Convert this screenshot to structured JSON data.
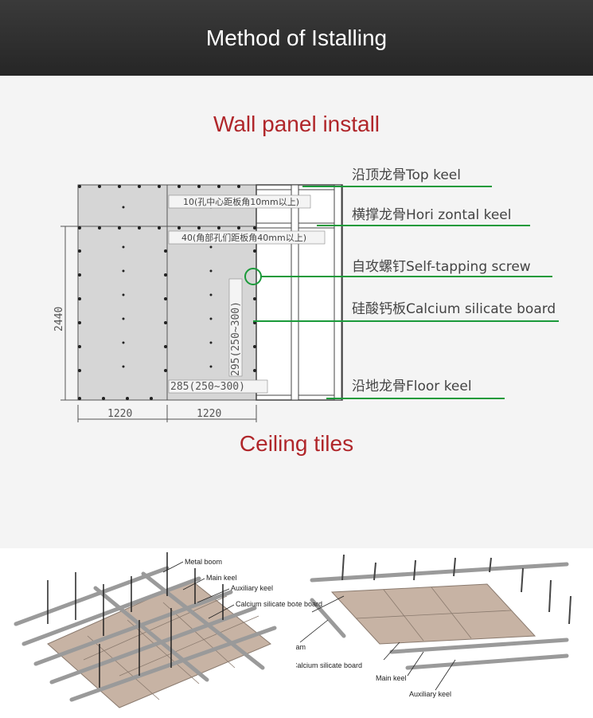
{
  "header": {
    "title": "Method of Istalling"
  },
  "wall_section": {
    "title": "Wall panel install",
    "callouts": {
      "top_keel": "沿顶龙骨Top keel",
      "hori_keel": "横撑龙骨Hori zontal keel",
      "screw": "自攻螺钉Self-tapping screw",
      "board": "硅酸钙板Calcium silicate board",
      "floor_keel": "沿地龙骨Floor keel"
    },
    "dimensions": {
      "height": "2440",
      "width_left": "1220",
      "width_right": "1220",
      "vertical_spacing": "295(250~300)",
      "horizontal_spacing": "285(250~300)"
    },
    "notes": {
      "edge_10": "10(孔中心距板角10mm以上)",
      "edge_40": "40(角部孔们距板角40mm以上)"
    },
    "colors": {
      "callout_line": "#1a9a3a",
      "board": "#d9d9d9",
      "title": "#b0262a"
    }
  },
  "ceiling_section": {
    "title": "Ceiling tiles",
    "left_labels": {
      "metal_boom": "Metal boom",
      "main_keel": "Main keel",
      "auxiliary_keel": "Auxiliary keel",
      "board": "Calcium silicate board"
    },
    "right_labels": {
      "board": "Calcium silicate board",
      "seam": "seam",
      "board_bottom": "Calcium silicate board",
      "main_keel": "Main keel",
      "auxiliary_keel": "Auxiliary keel"
    },
    "colors": {
      "board": "#c7b3a4",
      "keel": "#9a9a9a"
    }
  }
}
